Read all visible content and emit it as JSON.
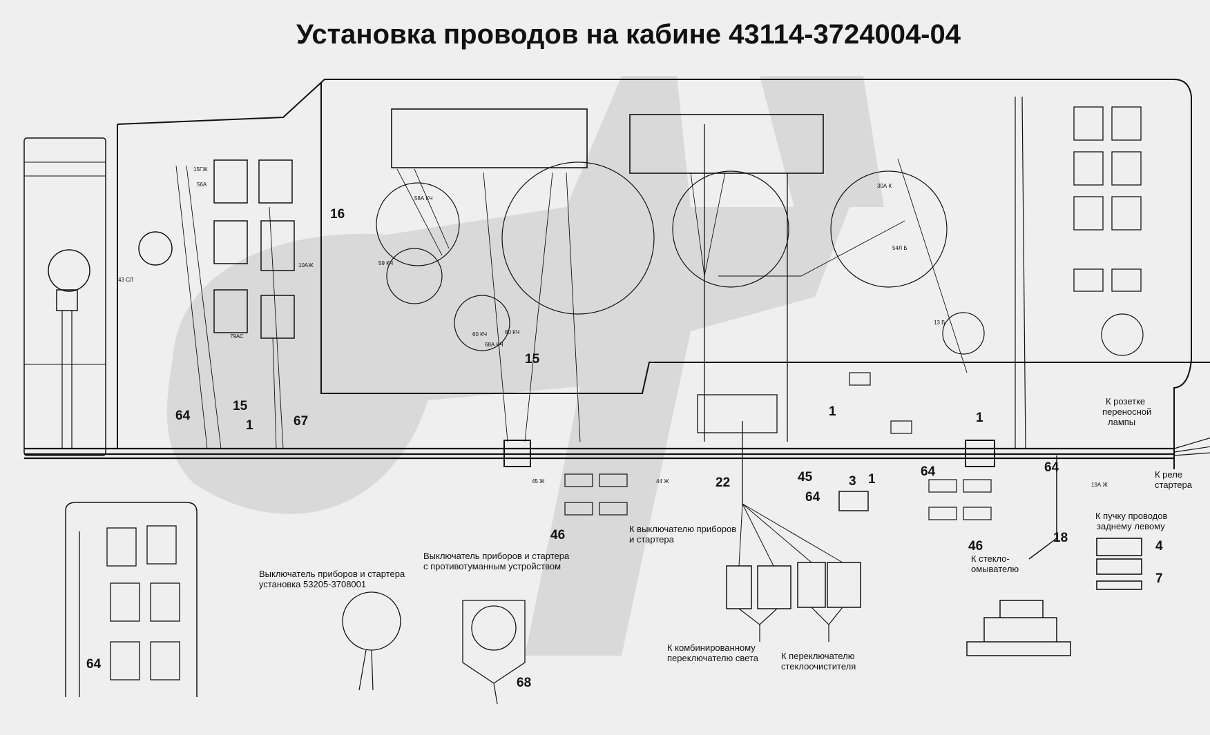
{
  "title": "Установка проводов на кабине 43114-3724004-04",
  "callouts": {
    "c16": "16",
    "c15a": "15",
    "c15b": "15",
    "c64a": "64",
    "c1a": "1",
    "c67": "67",
    "c1b": "1",
    "c1c": "1",
    "c1d": "1",
    "c64b": "64",
    "c64c": "64",
    "c64d": "64",
    "c64e": "64",
    "c22": "22",
    "c45": "45",
    "c3": "3",
    "c46a": "46",
    "c46b": "46",
    "c18": "18",
    "c4": "4",
    "c7": "7",
    "c68": "68"
  },
  "notes": {
    "socket": [
      "К розетке",
      "переносной",
      "лампы"
    ],
    "relay": [
      "К реле",
      "стартера"
    ],
    "rearLeft": [
      "К пучку проводов",
      "заднему левому"
    ],
    "washer": [
      "К стекло-",
      "омывателю"
    ],
    "switchRef": [
      "К выключателю приборов",
      "и стартера"
    ],
    "lightSwitch": [
      "К комбинированному",
      "переключателю света"
    ],
    "wiperSwitch": [
      "К переключателю",
      "стеклоочистителя"
    ],
    "ignInstall": [
      "Выключатель приборов и стартера",
      "установка 53205-3708001"
    ],
    "ignFog": [
      "Выключатель приборов и стартера",
      "с противотуманным устройством"
    ]
  },
  "wireTags": {
    "t1": "15ГЖ",
    "t2": "56А",
    "t3": "43 СЛ",
    "t4": "10АЖ",
    "t5": "79АС",
    "t6": "58А КЧ",
    "t7": "59 КЧ",
    "t8": "60 КЧ",
    "t9": "68А КЧ",
    "t10": "80 КЧ",
    "t11": "30А К",
    "t12": "54Л Б",
    "t13": "13 Б",
    "t14": "45 Ж",
    "t15": "44 Ж",
    "t16": "19А Ж"
  }
}
